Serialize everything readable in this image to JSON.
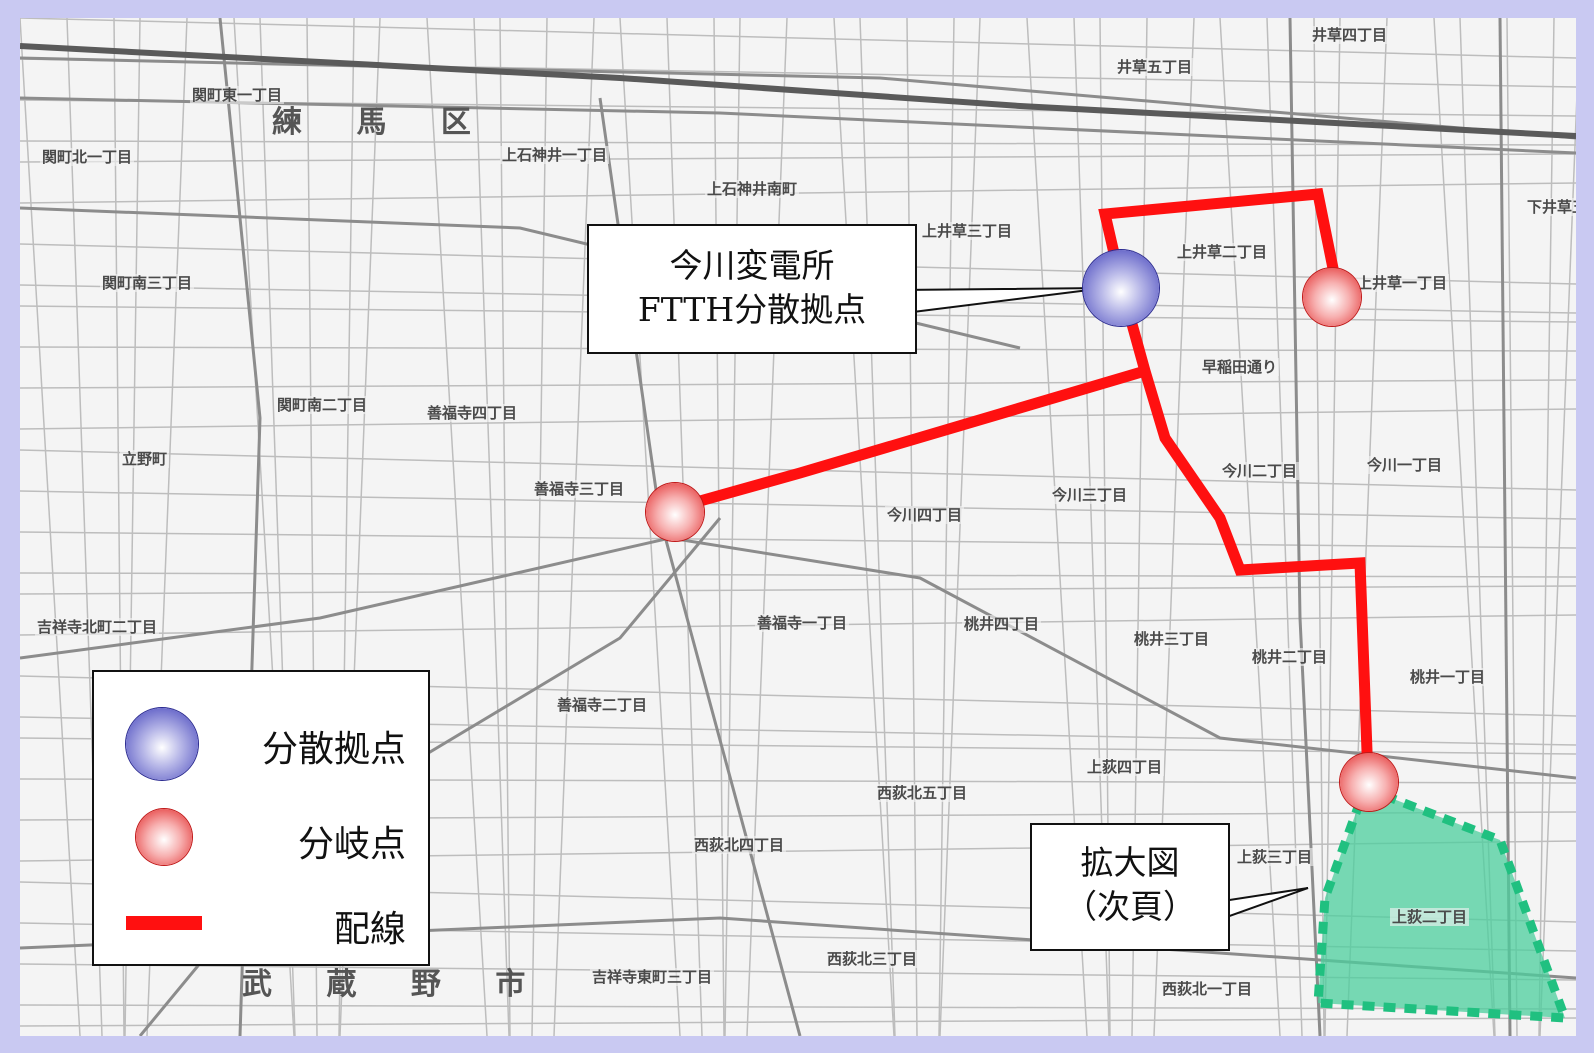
{
  "map": {
    "places": [
      {
        "id": "nerima",
        "text": "練 馬 区",
        "big": true
      },
      {
        "id": "musashino",
        "text": "武 蔵 野 市",
        "big": true
      },
      {
        "id": "p1",
        "text": "関町東一丁目"
      },
      {
        "id": "p2",
        "text": "関町北一丁目"
      },
      {
        "id": "p3",
        "text": "関町南三丁目"
      },
      {
        "id": "p4",
        "text": "上石神井一丁目"
      },
      {
        "id": "p5",
        "text": "上石神井南町"
      },
      {
        "id": "p6",
        "text": "井草五丁目"
      },
      {
        "id": "p7",
        "text": "井草四丁目"
      },
      {
        "id": "p8",
        "text": "上井草三丁目"
      },
      {
        "id": "p9",
        "text": "上井草二丁目"
      },
      {
        "id": "p10",
        "text": "上井草一丁目"
      },
      {
        "id": "p11",
        "text": "下井草五丁目"
      },
      {
        "id": "p12",
        "text": "善福寺四丁目"
      },
      {
        "id": "p13",
        "text": "善福寺三丁目"
      },
      {
        "id": "p14",
        "text": "善福寺二丁目"
      },
      {
        "id": "p15",
        "text": "善福寺一丁目"
      },
      {
        "id": "p16",
        "text": "今川四丁目"
      },
      {
        "id": "p17",
        "text": "今川三丁目"
      },
      {
        "id": "p18",
        "text": "今川二丁目"
      },
      {
        "id": "p19",
        "text": "今川一丁目"
      },
      {
        "id": "p20",
        "text": "桃井四丁目"
      },
      {
        "id": "p21",
        "text": "桃井三丁目"
      },
      {
        "id": "p22",
        "text": "桃井二丁目"
      },
      {
        "id": "p23",
        "text": "桃井一丁目"
      },
      {
        "id": "p24",
        "text": "上荻四丁目"
      },
      {
        "id": "p25",
        "text": "上荻三丁目"
      },
      {
        "id": "p26",
        "text": "上荻二丁目"
      },
      {
        "id": "p27",
        "text": "西荻北五丁目"
      },
      {
        "id": "p28",
        "text": "西荻北四丁目"
      },
      {
        "id": "p29",
        "text": "西荻北三丁目"
      },
      {
        "id": "p30",
        "text": "西荻北一丁目"
      },
      {
        "id": "p31",
        "text": "吉祥寺北町二丁目"
      },
      {
        "id": "p32",
        "text": "吉祥寺東町三丁目"
      },
      {
        "id": "p33",
        "text": "立野町"
      },
      {
        "id": "p34",
        "text": "関町南二丁目"
      },
      {
        "id": "p35",
        "text": "早稲田通り"
      }
    ],
    "callouts": {
      "substation_line1": "今川変電所",
      "substation_line2": "FTTH分散拠点",
      "zoom_line1": "拡大図",
      "zoom_line2": "（次頁）"
    },
    "legend": {
      "hub_label": "分散拠点",
      "branch_label": "分岐点",
      "wire_label": "配線"
    },
    "colors": {
      "wire": "#ff1010",
      "zoom_area_fill": "#4ccf9e",
      "zoom_area_border": "#20c080",
      "hub": "#3a3ab8",
      "branch": "#e02020"
    }
  }
}
